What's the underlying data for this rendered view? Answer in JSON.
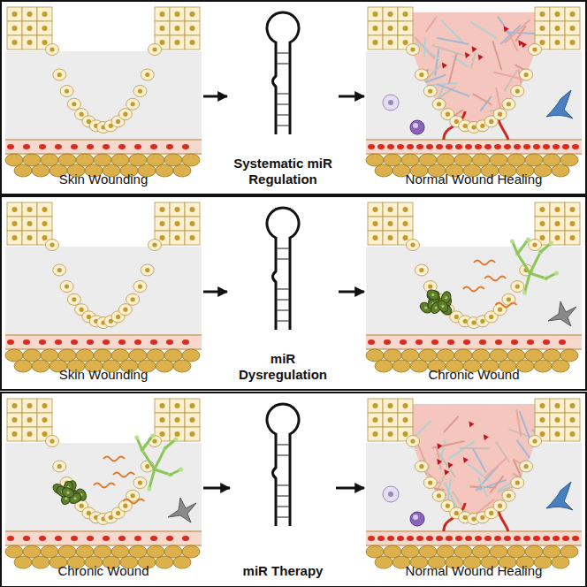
{
  "diagram": {
    "nodes": [
      {
        "text": [
          "Skin Wounding"
        ]
      },
      {
        "text": [
          "Systematic miR Regulation"
        ]
      },
      {
        "text": [
          "Normal Wound Healing"
        ]
      },
      {
        "text": [
          "Skin Wounding"
        ]
      },
      {
        "text": [
          "miR Dysregulation"
        ]
      },
      {
        "text": [
          "Chronic Wound"
        ]
      },
      {
        "text": [
          "Chronic Wound"
        ]
      },
      {
        "text": [
          "miR Therapy"
        ]
      },
      {
        "text": [
          "Normal Wound Healing"
        ]
      }
    ],
    "edges": [
      {
        "from": 0,
        "to": 1,
        "arrow": "to"
      },
      {
        "from": 1,
        "to": 2,
        "arrow": "to"
      },
      {
        "from": 3,
        "to": 4,
        "arrow": "to"
      },
      {
        "from": 4,
        "to": 5,
        "arrow": "to"
      },
      {
        "from": 6,
        "to": 7,
        "arrow": "to"
      },
      {
        "from": 7,
        "to": 8,
        "arrow": "to"
      }
    ]
  }
}
